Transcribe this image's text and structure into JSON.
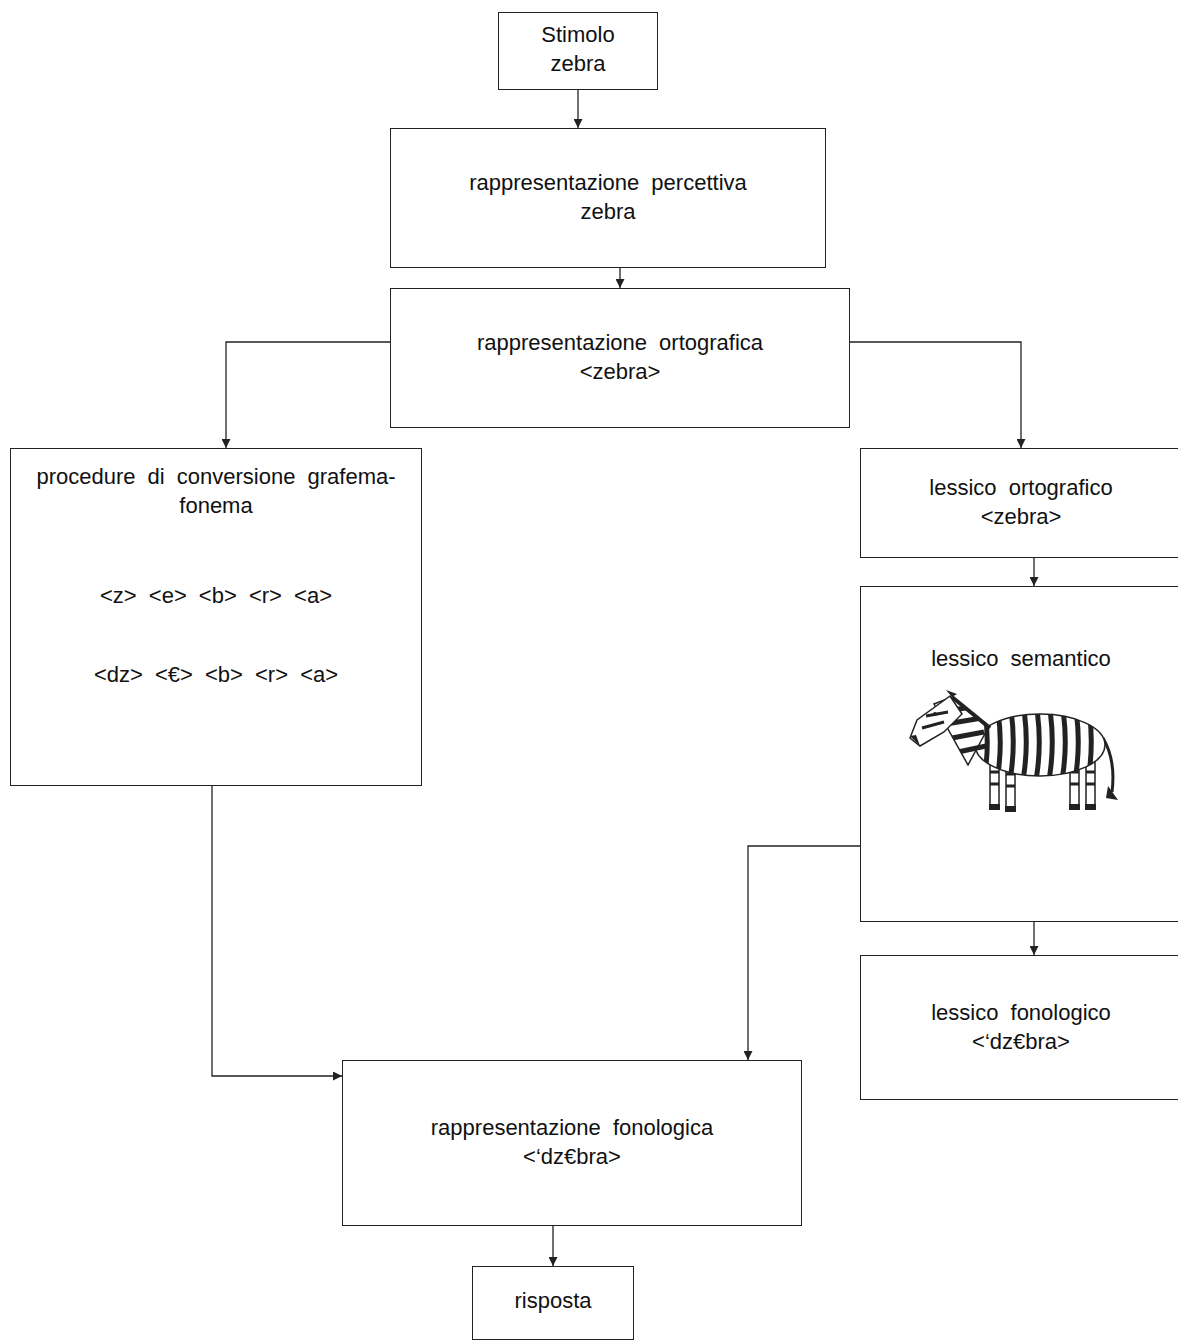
{
  "diagram": {
    "nodes": [
      {
        "text": [
          "Stimolo",
          "zebra"
        ]
      },
      {
        "text": [
          "rappresentazione percettiva",
          "zebra"
        ]
      },
      {
        "text": [
          "rappresentazione ortografica",
          "<zebra>"
        ]
      },
      {
        "text": [
          "procedure di conversione grafema-fonema",
          "<z> <e> <b> <r> <a>",
          "<dz> <€> <b> <r> <a>"
        ]
      },
      {
        "text": [
          "lessico ortografico",
          "<zebra>"
        ]
      },
      {
        "text": [
          "lessico semantico"
        ]
      },
      {
        "text": [
          "lessico fonologico",
          "<‘dz€bra>"
        ]
      },
      {
        "text": [
          "rappresentazione fonologica",
          "<‘dz€bra>"
        ]
      },
      {
        "text": [
          "risposta"
        ]
      }
    ],
    "edges": [
      {
        "from": 0,
        "to": 1,
        "arrow": "to"
      },
      {
        "from": 1,
        "to": 2,
        "arrow": "to"
      },
      {
        "from": 2,
        "to": 3,
        "arrow": "to"
      },
      {
        "from": 2,
        "to": 4,
        "arrow": "to"
      },
      {
        "from": 4,
        "to": 5,
        "arrow": "to"
      },
      {
        "from": 5,
        "to": 6,
        "arrow": "to"
      },
      {
        "from": 3,
        "to": 7,
        "arrow": "to"
      },
      {
        "from": 5,
        "to": 7,
        "arrow": "to"
      },
      {
        "from": 7,
        "to": 8,
        "arrow": "to"
      }
    ]
  }
}
